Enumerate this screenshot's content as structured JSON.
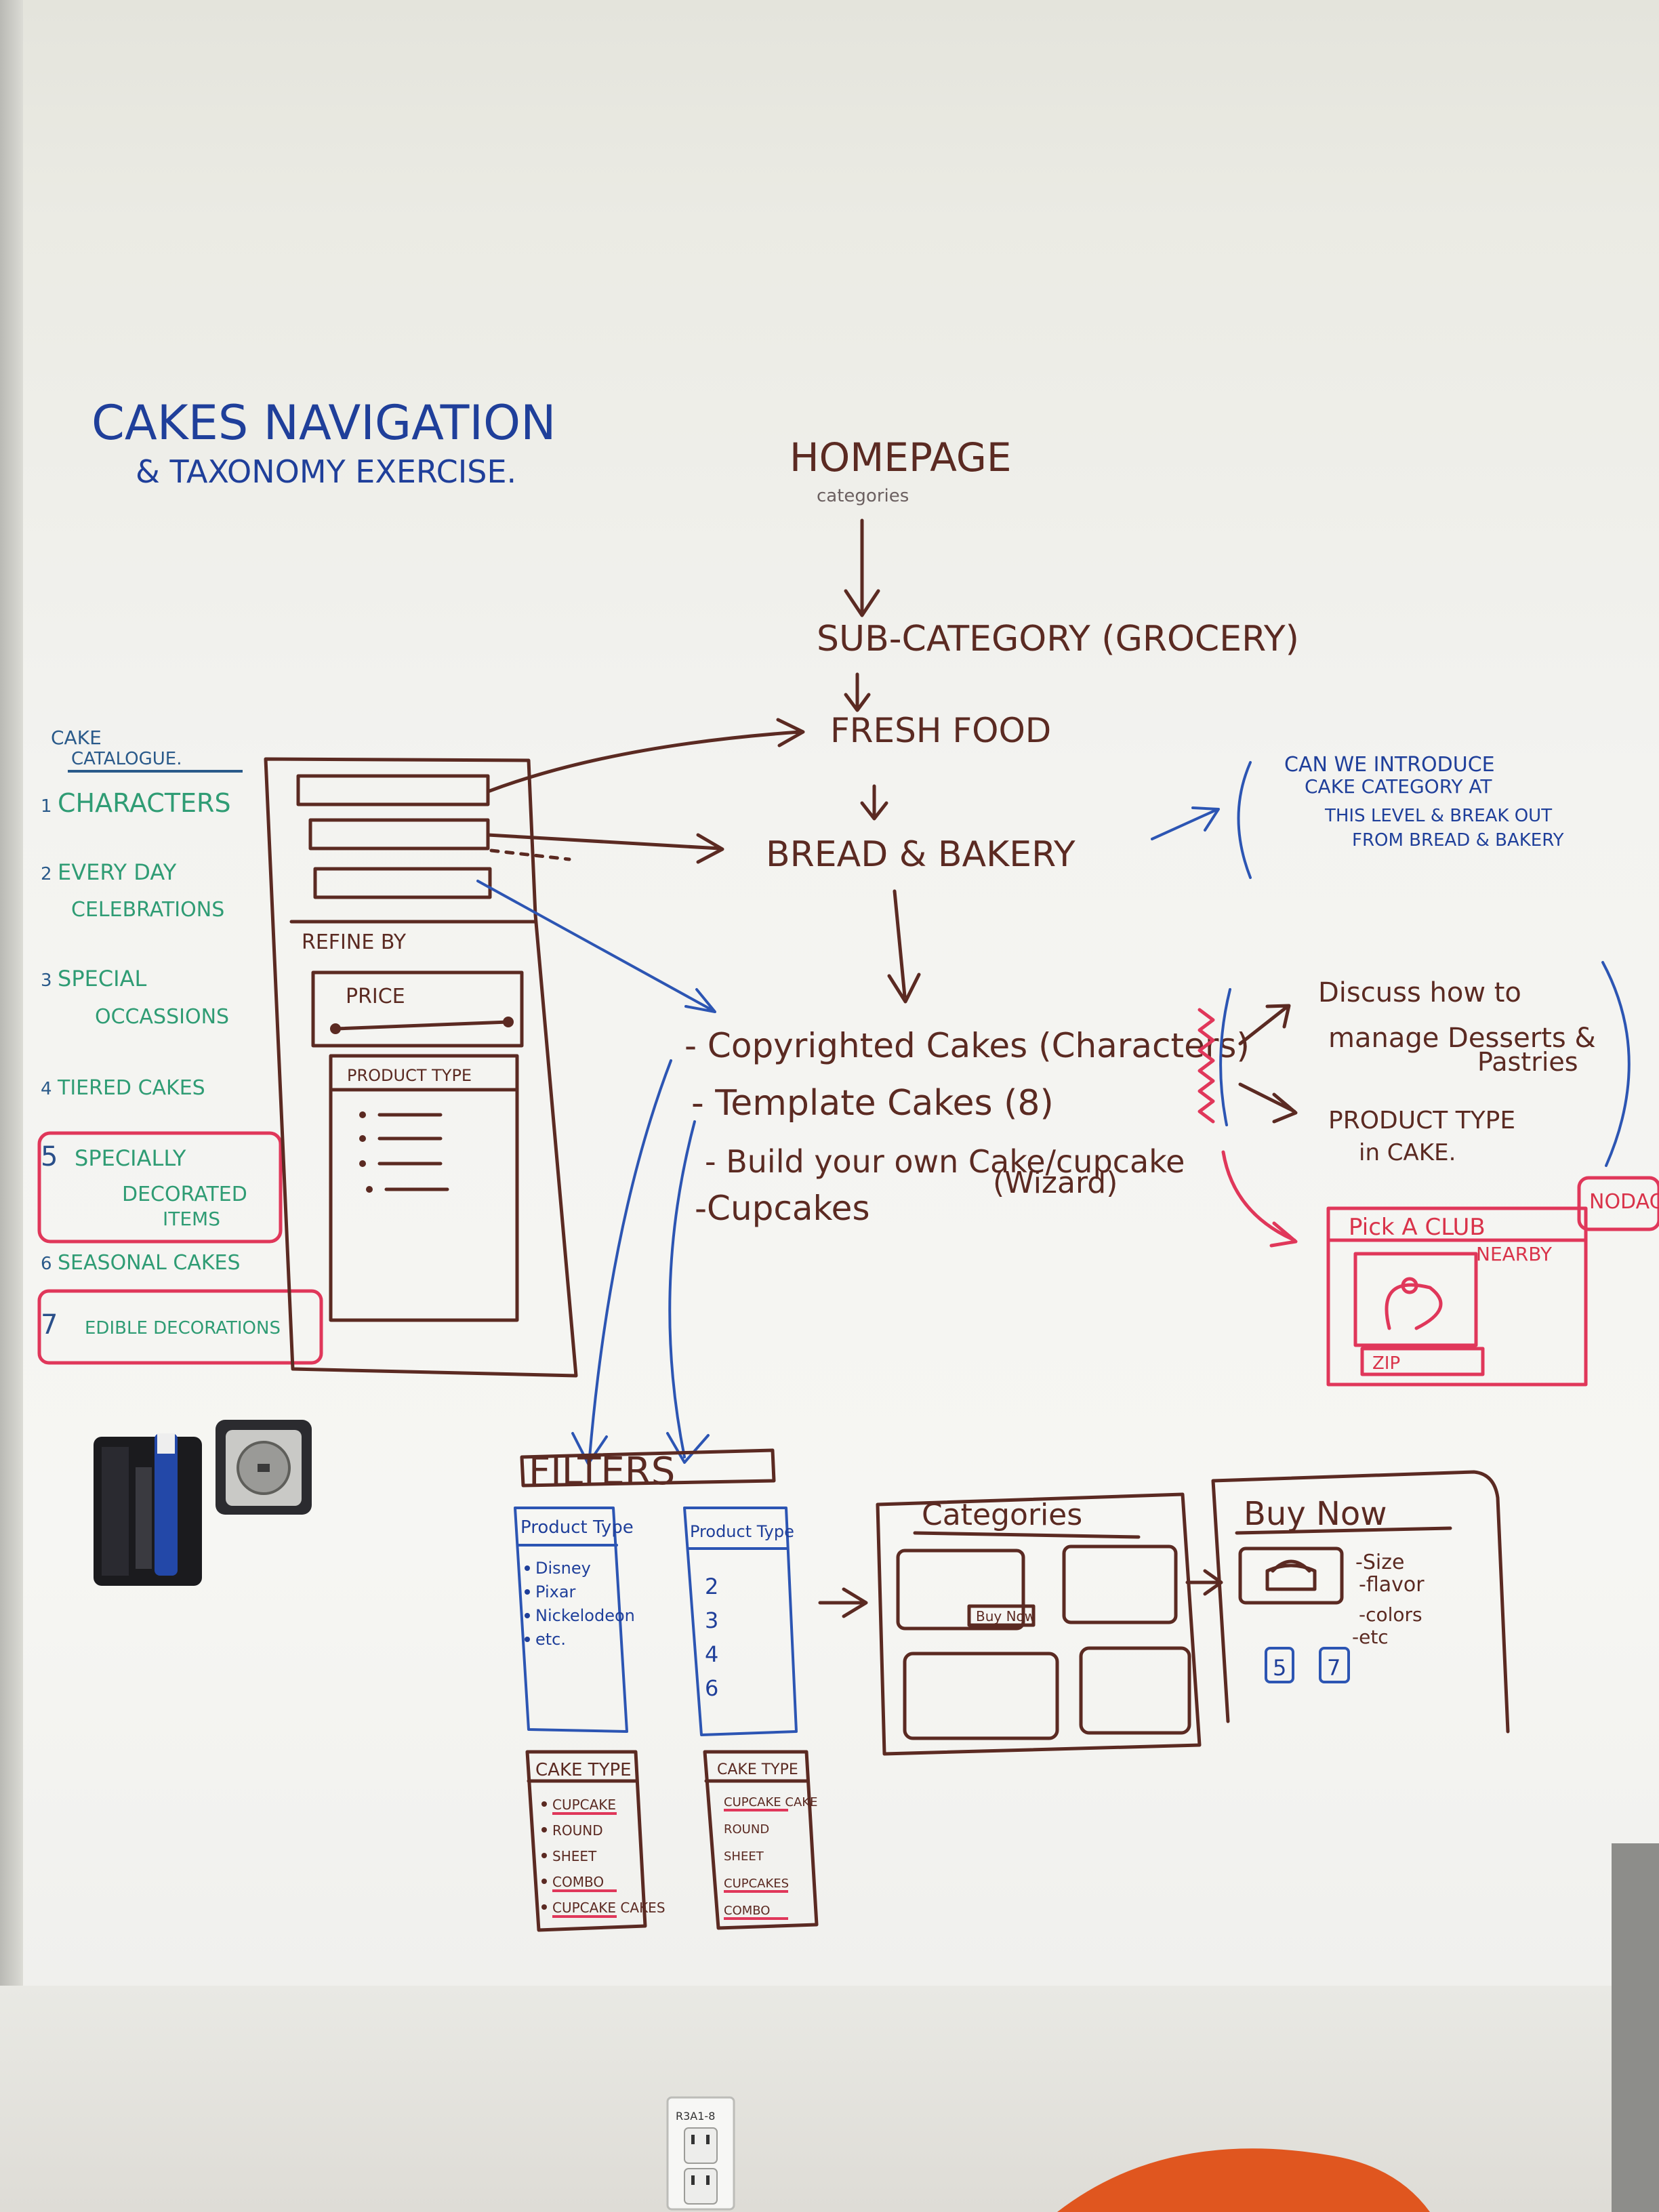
{
  "title": "CAKES NAVIGATION",
  "subtitle": "& TAXONOMY EXERCISE.",
  "flow": {
    "home": "HOMEPAGE",
    "home_sub": "categories",
    "sub_category": "SUB-CATEGORY (GROCERY)",
    "fresh_food": "FRESH FOOD",
    "bread_bakery": "BREAD & BAKERY",
    "note_lines": [
      "CAN WE INTRODUCE",
      "CAKE CATEGORY AT",
      "THIS LEVEL & BREAK OUT",
      "FROM BREAD & BAKERY"
    ],
    "items": [
      "- Copyrighted Cakes (Characters)",
      "- Template Cakes (8)",
      "- Build your own Cake/cupcake",
      "(Wizard)",
      "-Cupcakes"
    ],
    "discuss": [
      "Discuss how to",
      "manage Desserts &",
      "Pastries"
    ],
    "product_type_note": [
      "PRODUCT TYPE",
      "in CAKE."
    ],
    "nodac": "NODAC"
  },
  "catalogue": {
    "heading": [
      "CAKE",
      "CATALOGUE."
    ],
    "items": [
      {
        "num": "1",
        "text": "CHARACTERS"
      },
      {
        "num": "2",
        "text": "EVERY DAY"
      },
      {
        "num": "",
        "text": "CELEBRATIONS"
      },
      {
        "num": "3",
        "text": "SPECIAL"
      },
      {
        "num": "",
        "text": "OCCASSIONS"
      },
      {
        "num": "4",
        "text": "TIERED CAKES"
      },
      {
        "num": "5",
        "text": "SPECIALLY"
      },
      {
        "num": "",
        "text": "DECORATED"
      },
      {
        "num": "",
        "text": "ITEMS"
      },
      {
        "num": "6",
        "text": "SEASONAL CAKES"
      },
      {
        "num": "7",
        "text": "EDIBLE DECORATIONS"
      }
    ]
  },
  "wireframe": {
    "refine_by": "REFINE BY",
    "price": "PRICE",
    "product_type": "PRODUCT TYPE"
  },
  "pick_club": {
    "title": "Pick A CLUB",
    "nearby": "NEARBY",
    "zip": "ZIP"
  },
  "filters": {
    "title": "FILTERS",
    "col1_head": "Product Type",
    "col1_items": [
      "Disney",
      "Pixar",
      "Nickelodeon",
      "etc."
    ],
    "col2_head": "Product Type",
    "col2_items": [
      "2",
      "3",
      "4",
      "6"
    ],
    "cake_type1_head": "CAKE TYPE",
    "cake_type1_items": [
      "CUPCAKE",
      "ROUND",
      "SHEET",
      "COMBO",
      "CUPCAKE CAKES"
    ],
    "cake_type2_head": "CAKE TYPE",
    "cake_type2_items": [
      "CUPCAKE CAKE",
      "ROUND",
      "SHEET",
      "CUPCAKES",
      "COMBO"
    ]
  },
  "categories_panel": {
    "title": "Categories",
    "buy_now_small": "Buy Now"
  },
  "buy_now": {
    "title": "Buy Now",
    "items": [
      "-Size",
      "-flavor",
      "-colors",
      "-etc"
    ],
    "counts": [
      "5",
      "7"
    ]
  },
  "outlet_label": "R3A1-8"
}
